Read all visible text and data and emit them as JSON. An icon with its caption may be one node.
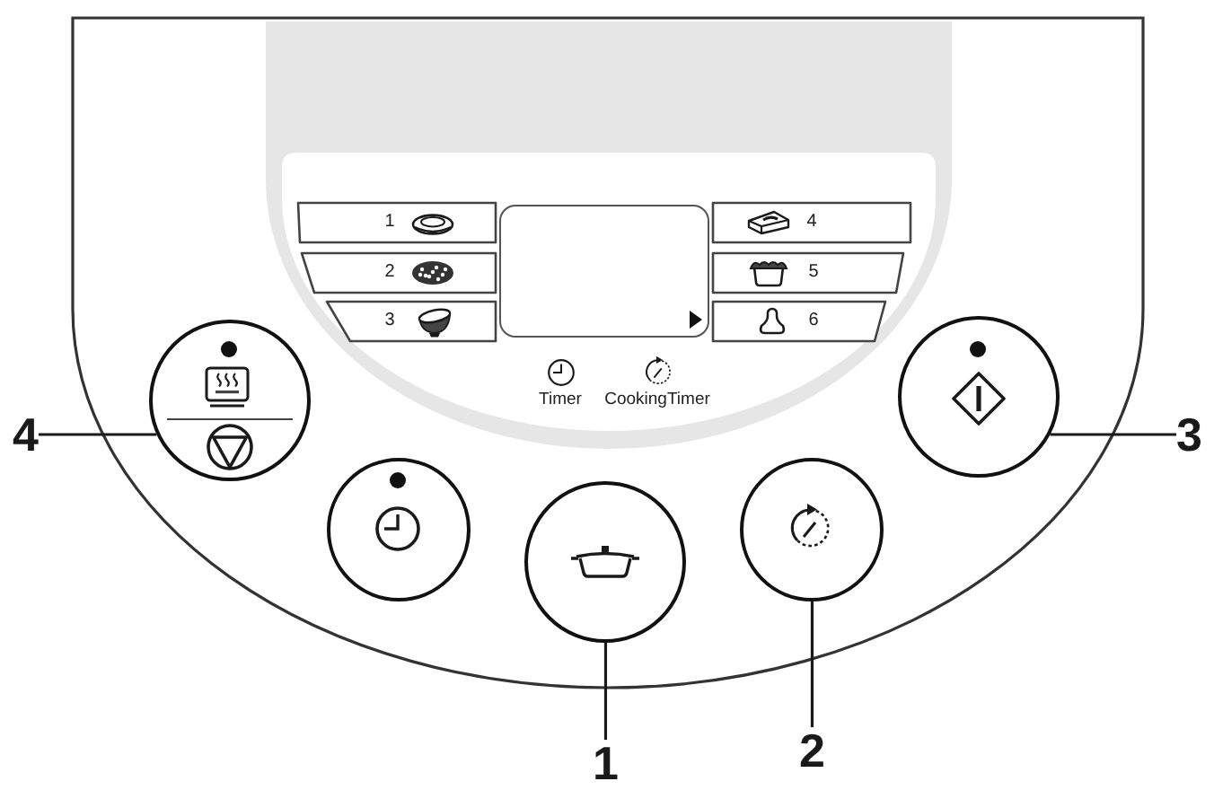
{
  "diagram": {
    "nodes": [
      {
        "text": [
          "1"
        ]
      },
      {
        "text": [
          "2"
        ]
      },
      {
        "text": [
          "3"
        ]
      },
      {
        "text": [],
        "shape": "box"
      },
      {
        "text": [
          "4"
        ]
      },
      {
        "text": [
          "5"
        ]
      },
      {
        "text": [
          "6"
        ]
      },
      {
        "text": [],
        "shape": "circle"
      },
      {
        "text": [],
        "shape": "circle"
      },
      {
        "text": [],
        "shape": "circle"
      },
      {
        "text": [],
        "shape": "circle"
      },
      {
        "text": [],
        "shape": "circle"
      },
      {
        "text": [
          "4"
        ]
      },
      {
        "text": [
          "3"
        ]
      },
      {
        "text": [
          "1"
        ]
      },
      {
        "text": [
          "2"
        ]
      }
    ],
    "edges": [
      {
        "from": 12,
        "to": 7,
        "arrow": "none"
      },
      {
        "from": 13,
        "to": 11,
        "arrow": "none"
      },
      {
        "from": 14,
        "to": 9,
        "arrow": "none"
      },
      {
        "from": 15,
        "to": 10,
        "arrow": "none"
      }
    ],
    "labels": [
      "Timer",
      "CookingTimer"
    ]
  }
}
